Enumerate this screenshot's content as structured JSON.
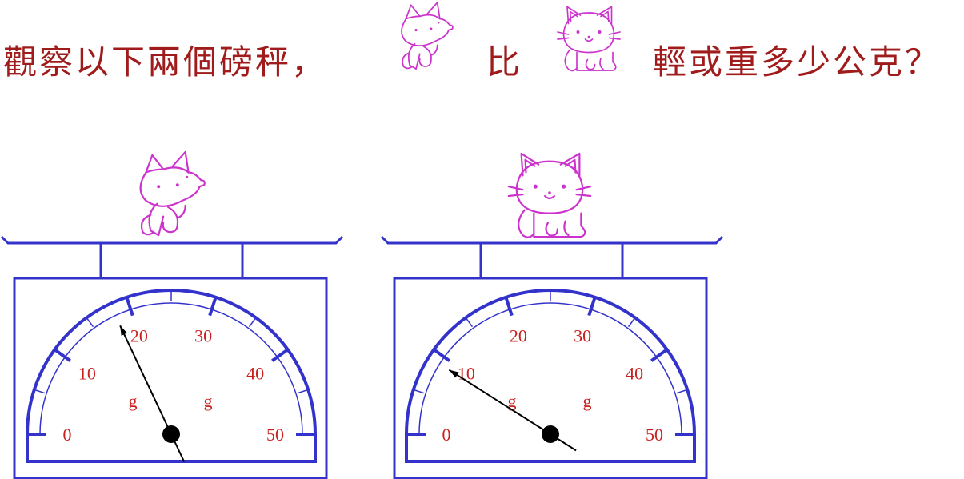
{
  "question": {
    "part1": "觀察以下兩個磅秤，",
    "part2": "比",
    "part3": "輕或重多少公克？",
    "icon_fox": "fox-icon",
    "icon_cat": "cat-icon"
  },
  "colors": {
    "question_text": "#a01c1c",
    "scale_frame": "#3333cc",
    "dial_label": "#c8201e",
    "animal_outline": "#cc33cc",
    "needle": "#000000"
  },
  "scales": [
    {
      "animal": "fox",
      "animal_icon": "fox-icon",
      "reading_g": 18,
      "dial": {
        "min": 0,
        "max": 50,
        "labels": [
          "0",
          "10",
          "20",
          "30",
          "40",
          "50"
        ],
        "unit_left": "g",
        "unit_right": "g"
      }
    },
    {
      "animal": "cat",
      "animal_icon": "cat-icon",
      "reading_g": 9,
      "dial": {
        "min": 0,
        "max": 50,
        "labels": [
          "0",
          "10",
          "20",
          "30",
          "40",
          "50"
        ],
        "unit_left": "g",
        "unit_right": "g"
      }
    }
  ]
}
